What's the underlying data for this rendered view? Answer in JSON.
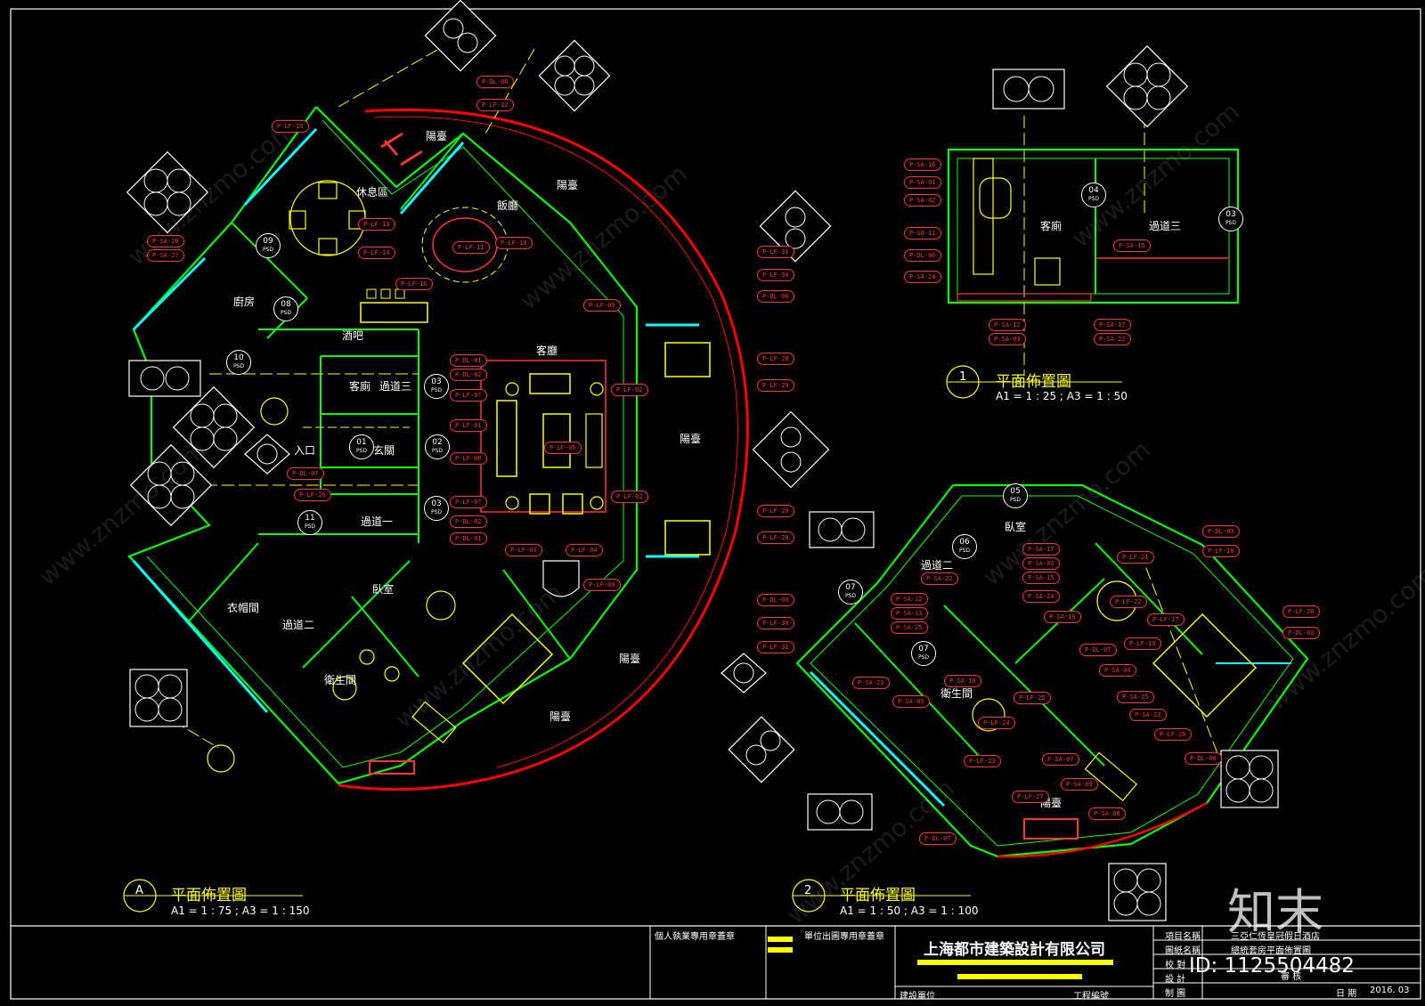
{
  "plan_a": {
    "title": "平面佈置圖",
    "marker": "A",
    "scale": "A1 = 1 : 75 ; A3 = 1 : 150"
  },
  "plan_1": {
    "title": "平面佈置圖",
    "marker": "1",
    "scale": "A1 = 1 : 25 ; A3 = 1 : 50"
  },
  "plan_2": {
    "title": "平面佈置圖",
    "marker": "2",
    "scale": "A1 = 1 : 50 ; A3 = 1 : 100"
  },
  "rooms_a": {
    "rest_area": "休息區",
    "dining": "飯廳",
    "terrace_1": "陽臺",
    "terrace_2": "陽臺",
    "terrace_3": "陽臺",
    "terrace_4": "陽臺",
    "terrace_5": "陽臺",
    "kitchen": "廚房",
    "bar": "酒吧",
    "living": "客廳",
    "guest_wc": "客廁",
    "corridor_3": "過道三",
    "entrance": "入口",
    "foyer": "玄關",
    "corridor_1": "過道一",
    "bedroom": "臥室",
    "cloakroom": "衣帽間",
    "corridor_2": "過道二",
    "bathroom": "衛生間"
  },
  "rooms_1": {
    "guest_wc": "客廁",
    "corridor_3": "過道三"
  },
  "rooms_2": {
    "bedroom": "臥室",
    "corridor_2": "過道二",
    "bathroom": "衛生間",
    "terrace": "陽臺"
  },
  "doors": [
    {
      "num": "09",
      "type": "PSD"
    },
    {
      "num": "08",
      "type": "PSD"
    },
    {
      "num": "10",
      "type": "PSD"
    },
    {
      "num": "03",
      "type": "PSD"
    },
    {
      "num": "01",
      "type": "PSD"
    },
    {
      "num": "02",
      "type": "PSD"
    },
    {
      "num": "03",
      "type": "PSD"
    },
    {
      "num": "11",
      "type": "PSD"
    },
    {
      "num": "04",
      "type": "PSD"
    },
    {
      "num": "03",
      "type": "PSD"
    },
    {
      "num": "05",
      "type": "PSD"
    },
    {
      "num": "06",
      "type": "PSD"
    },
    {
      "num": "07",
      "type": "PSD"
    },
    {
      "num": "07",
      "type": "PSD"
    }
  ],
  "tags_a": [
    "P-LF-15",
    "P-SA-28",
    "P-SA-27",
    "P-DL-06",
    "P-LF-12",
    "P-LF-13",
    "P-LF-14",
    "P-LF-11",
    "P-LF-10",
    "P-LF-16",
    "P-LF-09",
    "P-DL-01",
    "P-DL-02",
    "P-LF-07",
    "P-LF-01",
    "P-LF-08",
    "P-DL-07",
    "P-LF-26",
    "P-LF-07",
    "P-DL-02",
    "P-DL-01",
    "P-LF-03",
    "P-LF-04",
    "P-LF-02",
    "P-LF-05",
    "P-LF-02",
    "P-LF-31",
    "P-LF-30",
    "P-DL-08",
    "P-LF-28",
    "P-LF-29",
    "P-LF-29",
    "P-LF-28",
    "P-LF-09",
    "P-DL-08",
    "P-LF-30",
    "P-LF-31"
  ],
  "tags_1": [
    "P-SA-16",
    "P-SA-01",
    "P-SA-02",
    "P-SA-11",
    "P-DL-06",
    "P-SA-24",
    "P-SA-15",
    "P-SA-12",
    "P-SA-03",
    "P-SA-17",
    "P-SA-22"
  ],
  "tags_2": [
    "P-SA-17",
    "P-SA-03",
    "P-SA-15",
    "P-SA-24",
    "P-SA-16",
    "P-SA-22",
    "P-SA-12",
    "P-SA-13",
    "P-SA-25",
    "P-DL-03",
    "P-LF-18",
    "P-LF-21",
    "P-LF-22",
    "P-LF-17",
    "P-LF-19",
    "P-LF-20",
    "P-DL-03",
    "P-SA-23",
    "P-SA-05",
    "P-SA-10",
    "P-DL-07",
    "P-SA-04",
    "P-SA-25",
    "P-SA-23",
    "P-LF-24",
    "P-LF-25",
    "P-LF-23",
    "P-SA-07",
    "P-SA-09",
    "P-DL-08",
    "P-SA-08",
    "P-LF-20",
    "P-LF-27",
    "P-DL-07"
  ],
  "title_block": {
    "personal_seal": "個人執業專用章蓋章",
    "unit_seal": "單位出圖專用章蓋章",
    "company": "上海都市建築設計有限公司",
    "project_label": "項目名稱",
    "project_value": "三亞仁恆皇冠假日酒店",
    "drawing_label": "圖紙名稱",
    "drawing_value": "總統套房平面佈置圖",
    "check_label": "校 對",
    "design_label": "設 計",
    "draw_label": "制 圖",
    "review_label": "審 核",
    "date_label": "日 期",
    "date_value": "2016. 03",
    "client_label": "建設單位",
    "job_no_label": "工程編號"
  },
  "brand_text": "知末",
  "image_id": "ID: 1125504482",
  "watermark_text": "www.znzmo.com",
  "colors": {
    "background": "#000000",
    "wall": "#00ff00",
    "furniture": "#ffff00",
    "annotation": "#ff3333",
    "arc": "#ff0000",
    "text": "#ffffff",
    "glass": "#00ffff"
  }
}
